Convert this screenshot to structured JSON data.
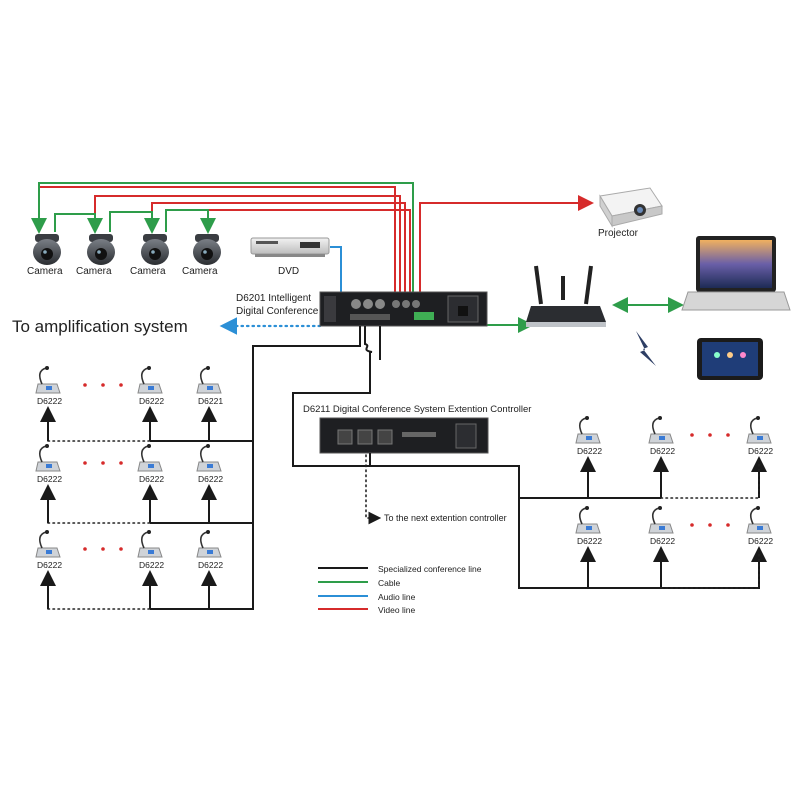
{
  "labels": {
    "camera": "Camera",
    "dvd": "DVD",
    "projector": "Projector",
    "main_unit_line1": "D6201 Intelligent",
    "main_unit_line2": "Digital Conference",
    "amplification": "To amplification system",
    "ext_controller": "D6211 Digital Conference System Extention Controller",
    "next_ext": "To the next extention controller"
  },
  "left_rows": [
    {
      "units": [
        "D6222",
        "D6222",
        "D6221"
      ]
    },
    {
      "units": [
        "D6222",
        "D6222",
        "D6222"
      ]
    },
    {
      "units": [
        "D6222",
        "D6222",
        "D6222"
      ]
    }
  ],
  "right_rows": [
    {
      "units": [
        "D6222",
        "D6222",
        "D6222"
      ]
    },
    {
      "units": [
        "D6222",
        "D6222",
        "D6222"
      ]
    }
  ],
  "legend": [
    {
      "label": "Specialized conference line",
      "color": "#1a1a1a"
    },
    {
      "label": "Cable",
      "color": "#2e9d4a"
    },
    {
      "label": "Audio line",
      "color": "#2b8fd6"
    },
    {
      "label": "Video line",
      "color": "#d62b2b"
    }
  ],
  "colors": {
    "conference_line": "#1a1a1a",
    "cable": "#2e9d4a",
    "audio_line": "#2b8fd6",
    "video_line": "#d62b2b"
  }
}
